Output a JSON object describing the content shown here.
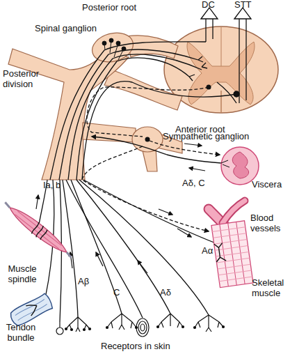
{
  "diagram": {
    "labels": [
      "Posterior root",
      "DC",
      "STT",
      "Spinal ganglion",
      "Posterior division",
      "Anterior root",
      "Sympathetic ganglion",
      "Viscera",
      "Aδ, C",
      "Ia, b",
      "Blood vessels",
      "Muscle spindle",
      "Aα",
      "Skeletal muscle",
      "Aβ",
      "C",
      "Aδ",
      "Tendon bundle",
      "Receptors in skin"
    ]
  }
}
